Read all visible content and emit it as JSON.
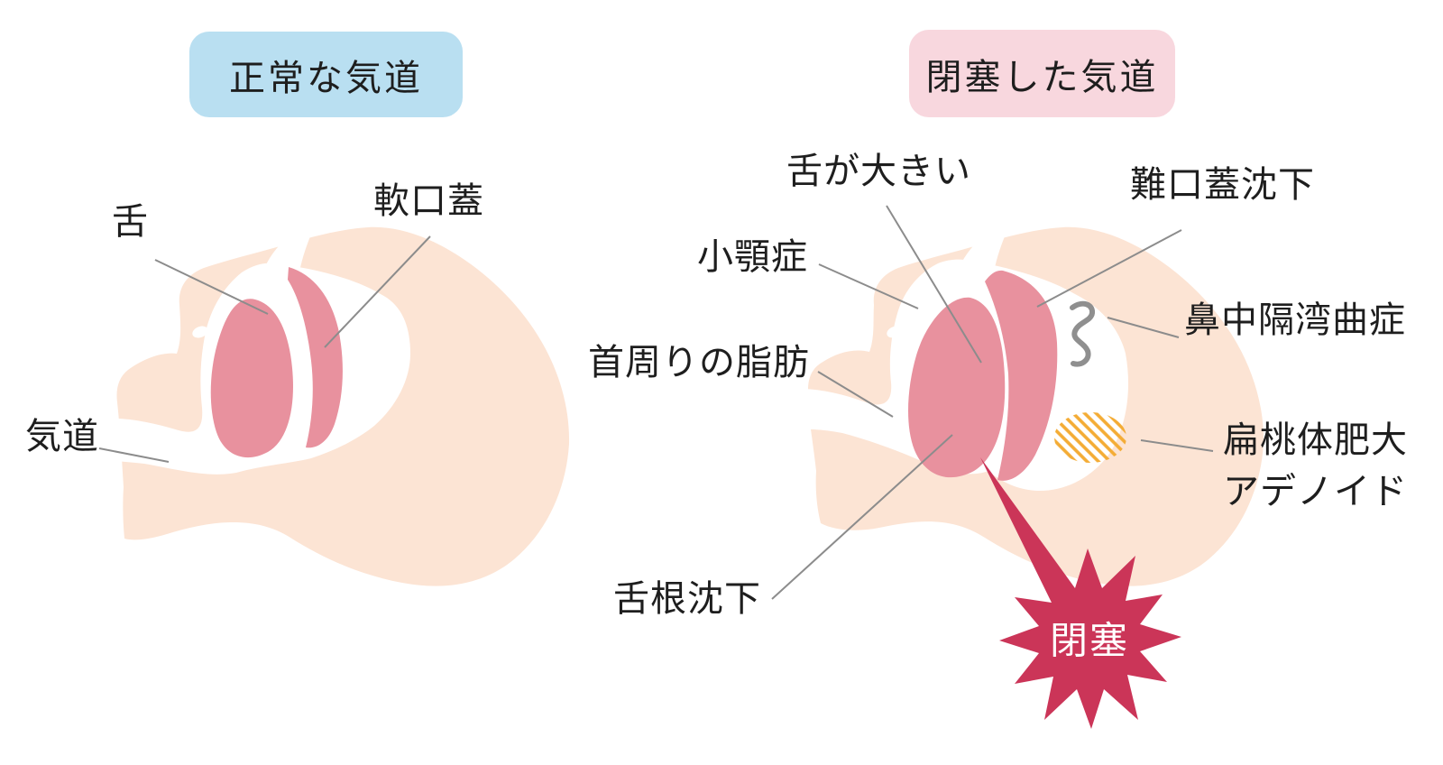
{
  "titles": {
    "normal": "正常な気道",
    "obstructed": "閉塞した気道"
  },
  "left_figure": {
    "tongue": "舌",
    "soft_palate": "軟口蓋",
    "airway": "気道"
  },
  "right_figure": {
    "large_tongue": "舌が大きい",
    "soft_palate_sinking": "難口蓋沈下",
    "micrognathia": "小顎症",
    "deviated_nasal_septum": "鼻中隔湾曲症",
    "neck_fat": "首周りの脂肪",
    "tonsil_hypertrophy": "扁桃体肥大",
    "adenoid": "アデノイド",
    "tongue_base_sinking": "舌根沈下",
    "obstruction": "閉塞"
  },
  "colors": {
    "skin": "#fce4d4",
    "organ_pink": "#e8919e",
    "starburst": "#cb3558",
    "tonsil_hatch": "#f4ac35",
    "squiggle": "#8f8f8f",
    "pointer_line": "#8c8c8c",
    "title_normal_bg": "#b9dff1",
    "title_obstructed_bg": "#f8d7de",
    "text": "#1e1e1e",
    "burst_text": "#ffffff",
    "background": "#ffffff"
  }
}
